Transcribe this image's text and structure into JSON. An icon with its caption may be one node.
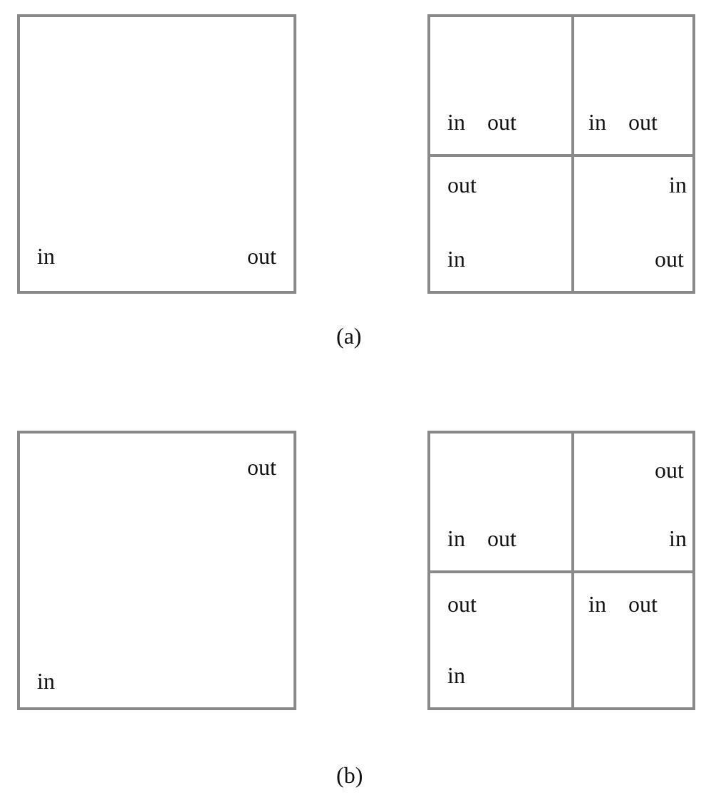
{
  "diagram": {
    "nodes": [
      {
        "text": [
          "in",
          "out"
        ]
      },
      {
        "text": [],
        "shape": "box"
      },
      {
        "text": [
          "in",
          "out"
        ],
        "in": 1
      },
      {
        "text": [
          "in",
          "out"
        ],
        "in": 1
      },
      {
        "text": [
          "out",
          "in"
        ],
        "in": 1
      },
      {
        "text": [
          "in",
          "out"
        ],
        "in": 1
      },
      {
        "text": [
          "out",
          "in"
        ]
      },
      {
        "text": [],
        "shape": "box"
      },
      {
        "text": [
          "in",
          "out"
        ],
        "in": 7
      },
      {
        "text": [
          "out",
          "in"
        ],
        "in": 7
      },
      {
        "text": [
          "out",
          "in"
        ],
        "in": 7
      },
      {
        "text": [
          "in",
          "out"
        ],
        "in": 7
      }
    ],
    "labels": [
      "(a)",
      "(b)"
    ]
  }
}
